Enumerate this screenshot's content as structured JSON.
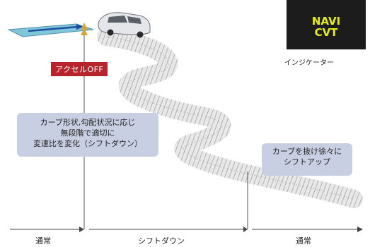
{
  "badge": {
    "accel_off": "アクセルOFF"
  },
  "indicator": {
    "line1": "NAVI",
    "line2": "CVT",
    "caption": "インジケーター",
    "text_color": "#e6f000",
    "panel_color": "#1c1c1c"
  },
  "notes": {
    "left": [
      "カーブ形状,勾配状況に応じ",
      "無段階で適切に",
      "変速比を変化（シフトダウン）"
    ],
    "right": [
      "カーブを抜け徐々に",
      "シフトアップ"
    ]
  },
  "phases": {
    "normal_left": "通常",
    "shift_down": "シフトダウン",
    "normal_right": "通常"
  },
  "colors": {
    "badge": "#b8242b",
    "note_bg": "#c9cfe3",
    "road": "#d9d9d9"
  }
}
